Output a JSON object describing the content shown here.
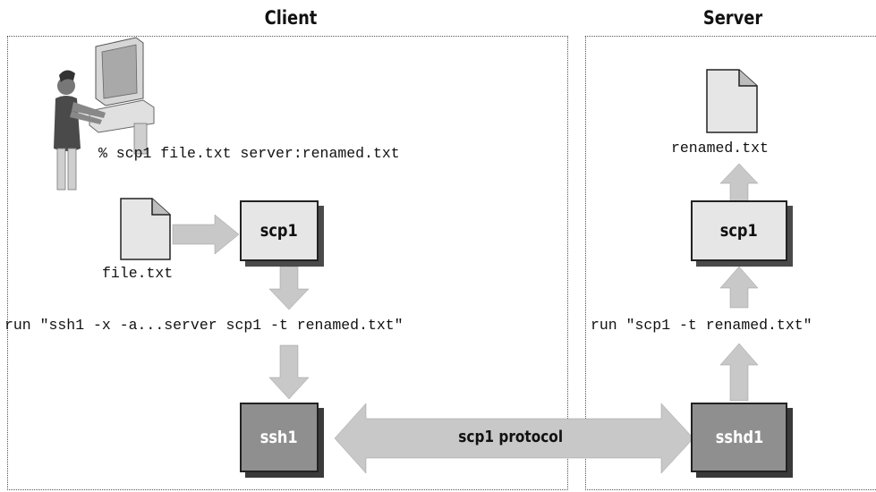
{
  "client": {
    "title": "Client",
    "user_command": "% scp1 file.txt server:renamed.txt",
    "source_file": "file.txt",
    "scp_box": "scp1",
    "run_command": "run \"ssh1 -x -a...server scp1 -t renamed.txt\"",
    "ssh_box": "ssh1"
  },
  "server": {
    "title": "Server",
    "dest_file": "renamed.txt",
    "scp_box": "scp1",
    "run_command": "run \"scp1 -t renamed.txt\"",
    "sshd_box": "sshd1"
  },
  "protocol": {
    "label": "scp1 protocol"
  },
  "colors": {
    "arrow": "#c8c8c8",
    "box_light": "#e6e6e6",
    "box_dark": "#8f8f8f",
    "shadow": "#3a3a3a"
  },
  "icons": [
    "user-at-computer-icon",
    "document-icon"
  ]
}
